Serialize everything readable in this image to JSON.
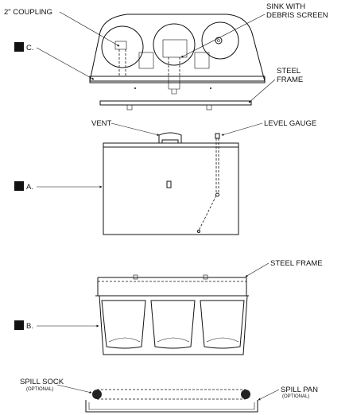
{
  "labels": {
    "coupling": "2\" COUPLING",
    "sink_line1": "SINK WITH",
    "sink_line2": "DEBRIS SCREEN",
    "part_c": "C.",
    "steel_frame_top_line1": "STEEL",
    "steel_frame_top_line2": "FRAME",
    "vent": "VENT",
    "level_gauge": "LEVEL GAUGE",
    "part_a": "A.",
    "steel_frame_mid": "STEEL FRAME",
    "part_b": "B.",
    "spill_sock": "SPILL SOCK",
    "spill_sock_note": "(OPTIONAL)",
    "spill_pan": "SPILL PAN",
    "spill_pan_note": "(OPTIONAL)"
  }
}
